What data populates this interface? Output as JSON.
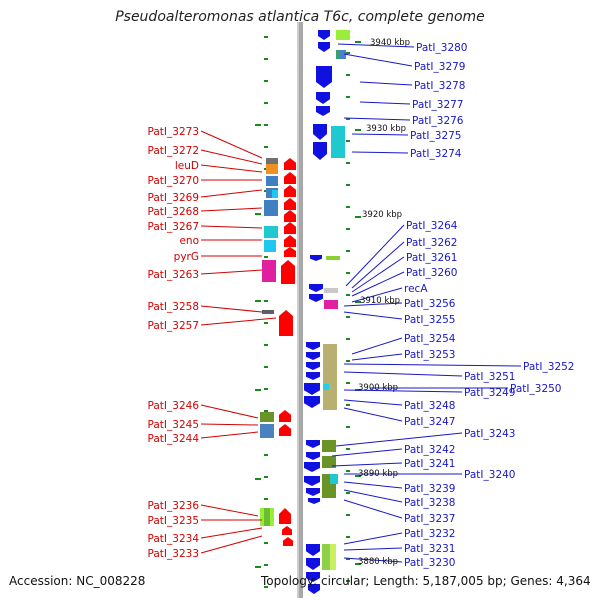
{
  "title": "Pseudoalteromonas atlantica T6c, complete genome",
  "footer": {
    "accession": "Accession: NC_008228",
    "topology": "Topology: circular; Length: 5,187,005 bp; Genes: 4,364"
  },
  "kbp_marks": [
    "3940 kbp",
    "3930 kbp",
    "3920 kbp",
    "3910 kbp",
    "3900 kbp",
    "3890 kbp",
    "3880 kbp"
  ],
  "left_labels": [
    "PatI_3273",
    "PatI_3272",
    "leuD",
    "PatI_3270",
    "PatI_3269",
    "PatI_3268",
    "PatI_3267",
    "eno",
    "pyrG",
    "PatI_3263",
    "PatI_3258",
    "PatI_3257",
    "PatI_3246",
    "PatI_3245",
    "PatI_3244",
    "PatI_3236",
    "PatI_3235",
    "PatI_3234",
    "PatI_3233"
  ],
  "right_labels": [
    "PatI_3280",
    "PatI_3279",
    "PatI_3278",
    "PatI_3277",
    "PatI_3276",
    "PatI_3275",
    "PatI_3274",
    "PatI_3264",
    "PatI_3262",
    "PatI_3261",
    "PatI_3260",
    "recA",
    "PatI_3256",
    "PatI_3255",
    "PatI_3254",
    "PatI_3253",
    "PatI_3252",
    "PatI_3251",
    "PatI_3250",
    "PatI_3249",
    "PatI_3248",
    "PatI_3247",
    "PatI_3243",
    "PatI_3242",
    "PatI_3241",
    "PatI_3240",
    "PatI_3239",
    "PatI_3238",
    "PatI_3237",
    "PatI_3232",
    "PatI_3231",
    "PatI_3230"
  ],
  "colors": {
    "left_label": "#d40000",
    "right_label": "#1818c8",
    "reverse_strand_arrow": "#ff0000",
    "forward_strand_arrow": "#1010e0",
    "tick": "#1a8a1a",
    "backbone": "#a8a8a8"
  }
}
